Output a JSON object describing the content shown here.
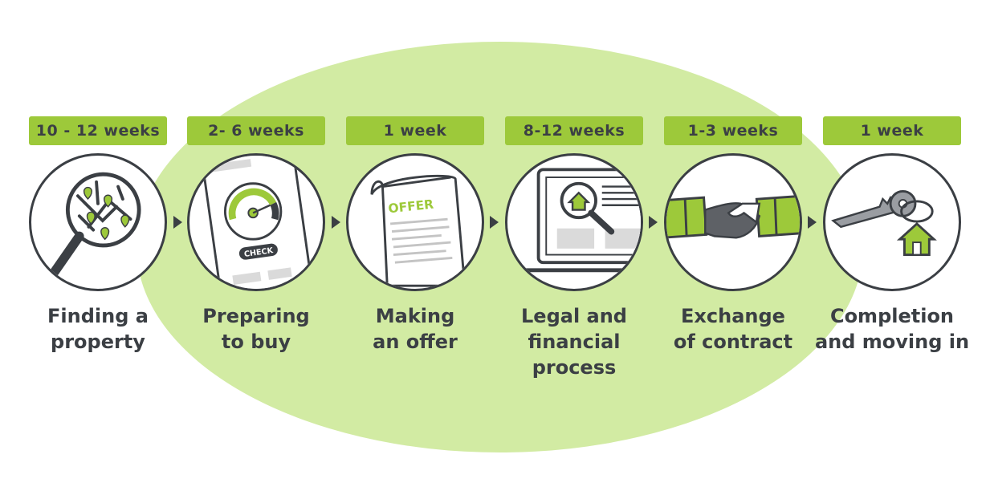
{
  "colors": {
    "accent": "#9dc93a",
    "background_blob": "#d2eba3",
    "ink": "#3b3f44"
  },
  "steps": [
    {
      "duration": "10 - 12 weeks",
      "label_lines": [
        "Finding a",
        "property"
      ],
      "icon": "magnifier-map-icon"
    },
    {
      "duration": "2- 6 weeks",
      "label_lines": [
        "Preparing",
        "to buy"
      ],
      "icon": "credit-check-gauge-icon",
      "icon_text": "CHECK"
    },
    {
      "duration": "1 week",
      "label_lines": [
        "Making",
        "an offer"
      ],
      "icon": "offer-document-icon",
      "icon_text": "OFFER"
    },
    {
      "duration": "8-12 weeks",
      "label_lines": [
        "Legal and",
        "financial",
        "process"
      ],
      "icon": "laptop-house-search-icon"
    },
    {
      "duration": "1-3 weeks",
      "label_lines": [
        "Exchange",
        "of contract"
      ],
      "icon": "handshake-icon"
    },
    {
      "duration": "1 week",
      "label_lines": [
        "Completion",
        "and moving in"
      ],
      "icon": "house-key-icon"
    }
  ]
}
